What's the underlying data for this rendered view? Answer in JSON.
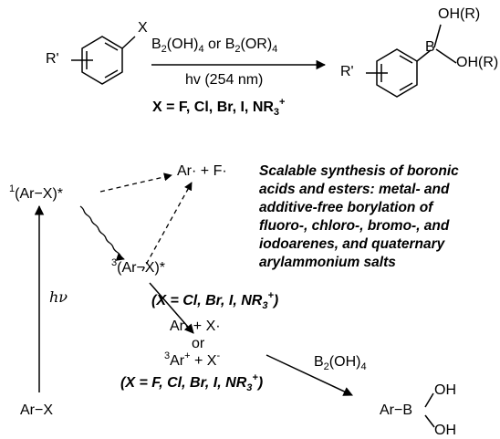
{
  "reaction": {
    "reagent_prefix": "B",
    "reagent_mid": "(OH)",
    "reagent_or": " or B",
    "reagent_tail": "(OR)",
    "sub2": "2",
    "sub4": "4",
    "conditions": "hv (254 nm)",
    "x_scope_prefix": "X = F, Cl, Br, I, NR",
    "sub3": "3",
    "plus": "+",
    "substituent": "R'",
    "leaving_group": "X",
    "boron": "B",
    "oh_upper": "OH(R)",
    "oh_lower": "OH(R)"
  },
  "mechanism": {
    "singlet_sup": "1",
    "singlet_body": "(Ar−X)*",
    "triplet_sup": "3",
    "triplet_body": "(Ar−X)*",
    "radicals_f": "Ar· + F·",
    "hv_label": "hν",
    "scope_1_prefix": "(X = Cl, Br, I, NR",
    "scope_1_suffix": ")",
    "radicals_x": "Ar· + X·",
    "or_label": "or",
    "cation_sup": "3",
    "cation_body": "Ar",
    "cation_rest": " + X",
    "minus": "-",
    "scope_2_prefix": "(X = F, Cl, Br, I, NR",
    "scope_2_suffix": ")",
    "reagent_b": "B",
    "reagent_b_mid": "(OH)",
    "start_material": "Ar−X",
    "product_ar": "Ar−B",
    "product_oh_top": "OH",
    "product_oh_bottom": "OH"
  },
  "title_lines": [
    "Scalable synthesis of boronic",
    "acids and esters: metal- and",
    "additive-free borylation of",
    "fluoro-, chloro-, bromo-, and",
    "iodoarenes, and quaternary",
    "arylammonium salts"
  ]
}
